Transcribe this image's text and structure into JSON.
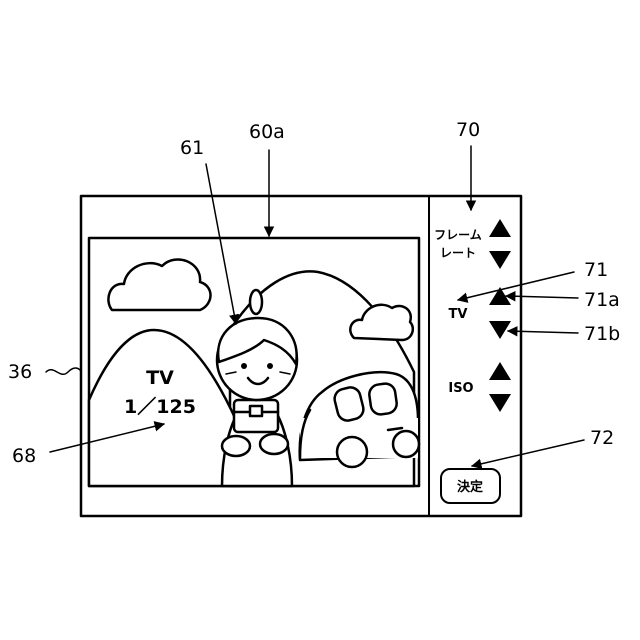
{
  "screen": {
    "frame_rate_label_line1": "フレーム",
    "frame_rate_label_line2": "レート",
    "tv_label": "TV",
    "iso_label": "ISO",
    "confirm_label": "決定",
    "overlay_tv_label": "TV",
    "overlay_tv_value": "1／125"
  },
  "reference_numerals": {
    "display": "36",
    "preview_image": "60a",
    "subject": "61",
    "overlay_info": "68",
    "settings_panel": "70",
    "tv_setting": "71",
    "tv_up": "71a",
    "tv_down": "71b",
    "confirm": "72"
  }
}
